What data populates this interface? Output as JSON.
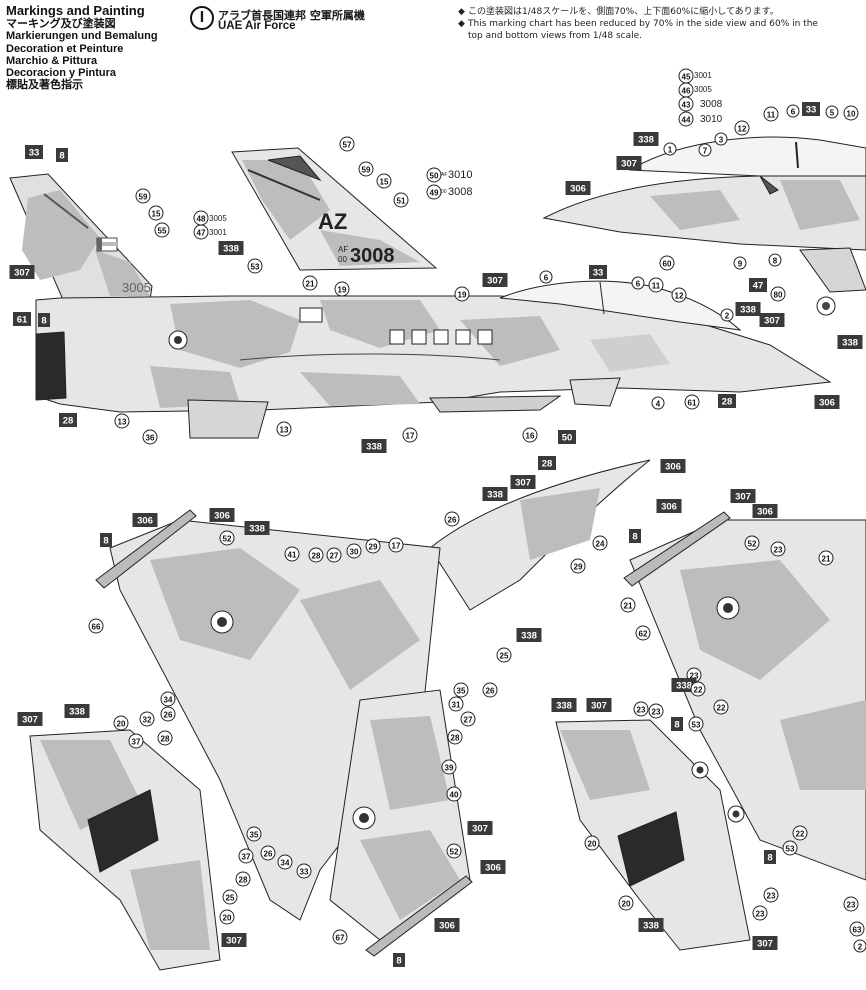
{
  "header": {
    "titles": [
      "Markings and Painting",
      "マーキング及び塗装図",
      "Markierungen und Bemalung",
      "Decoration et Peinture",
      "Marchio & Pittura",
      "Decoracion y Pintura",
      "標貼及著色指示"
    ]
  },
  "nation": {
    "marker": "I",
    "name_jp": "アラブ首長国連邦 空軍所属機",
    "name_en": "UAE Air Force"
  },
  "notes": {
    "line_jp": "この塗装図は1/48スケールを、側面70%、上下面60%に縮小してあります。",
    "line_en_1": "This marking chart has been reduced by 70% in the side view and 60% in the",
    "line_en_2": "top and bottom views from 1/48 scale."
  },
  "serials": {
    "fin_code": "AZ",
    "fin_af": "AF",
    "fin_00": "00",
    "fin_serial": "3008",
    "tail_serial": "3005",
    "decal_48": "3005",
    "decal_47": "3001",
    "decal_50": "3010",
    "decal_49": "3008",
    "decal_45": "3001",
    "decal_46": "3005",
    "decal_43": "3008",
    "decal_44": "3010",
    "af_small": "AF",
    "zero_small": "00"
  },
  "colors": {
    "light": "#e6e6e6",
    "medium": "#bdbdbd",
    "dark": "#9a9a9a",
    "box": "#3a3a3a",
    "line": "#222222"
  }
}
